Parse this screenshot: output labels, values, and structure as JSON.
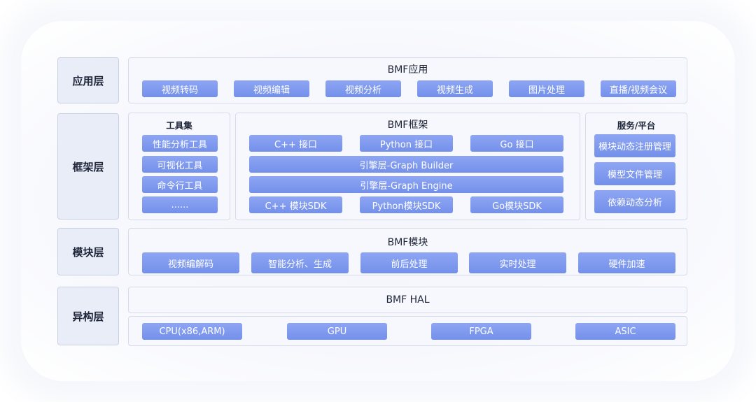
{
  "layers": {
    "app": "应用层",
    "framework": "框架层",
    "module": "模块层",
    "hetero": "异构层"
  },
  "app_layer": {
    "title": "BMF应用",
    "items": [
      "视频转码",
      "视频编辑",
      "视频分析",
      "视频生成",
      "图片处理",
      "直播/视频会议"
    ]
  },
  "tools": {
    "title": "工具集",
    "items": [
      "性能分析工具",
      "可视化工具",
      "命令行工具",
      "......"
    ]
  },
  "framework": {
    "title": "BMF框架",
    "interfaces": [
      "C++ 接口",
      "Python 接口",
      "Go 接口"
    ],
    "builder": "引擎层-Graph Builder",
    "engine": "引擎层-Graph Engine",
    "sdks": [
      "C++ 模块SDK",
      "Python模块SDK",
      "Go模块SDK"
    ]
  },
  "services": {
    "title": "服务/平台",
    "items": [
      "模块动态注册管理",
      "模型文件管理",
      "依赖动态分析"
    ]
  },
  "module_layer": {
    "title": "BMF模块",
    "items": [
      "视频编解码",
      "智能分析、生成",
      "前后处理",
      "实时处理",
      "硬件加速"
    ]
  },
  "hal": {
    "title": "BMF HAL",
    "items": [
      "CPU(x86,ARM)",
      "GPU",
      "FPGA",
      "ASIC"
    ]
  },
  "colors": {
    "button": "#7d97ee",
    "panel": "#f6f8fd",
    "label": "#e9edf8"
  }
}
